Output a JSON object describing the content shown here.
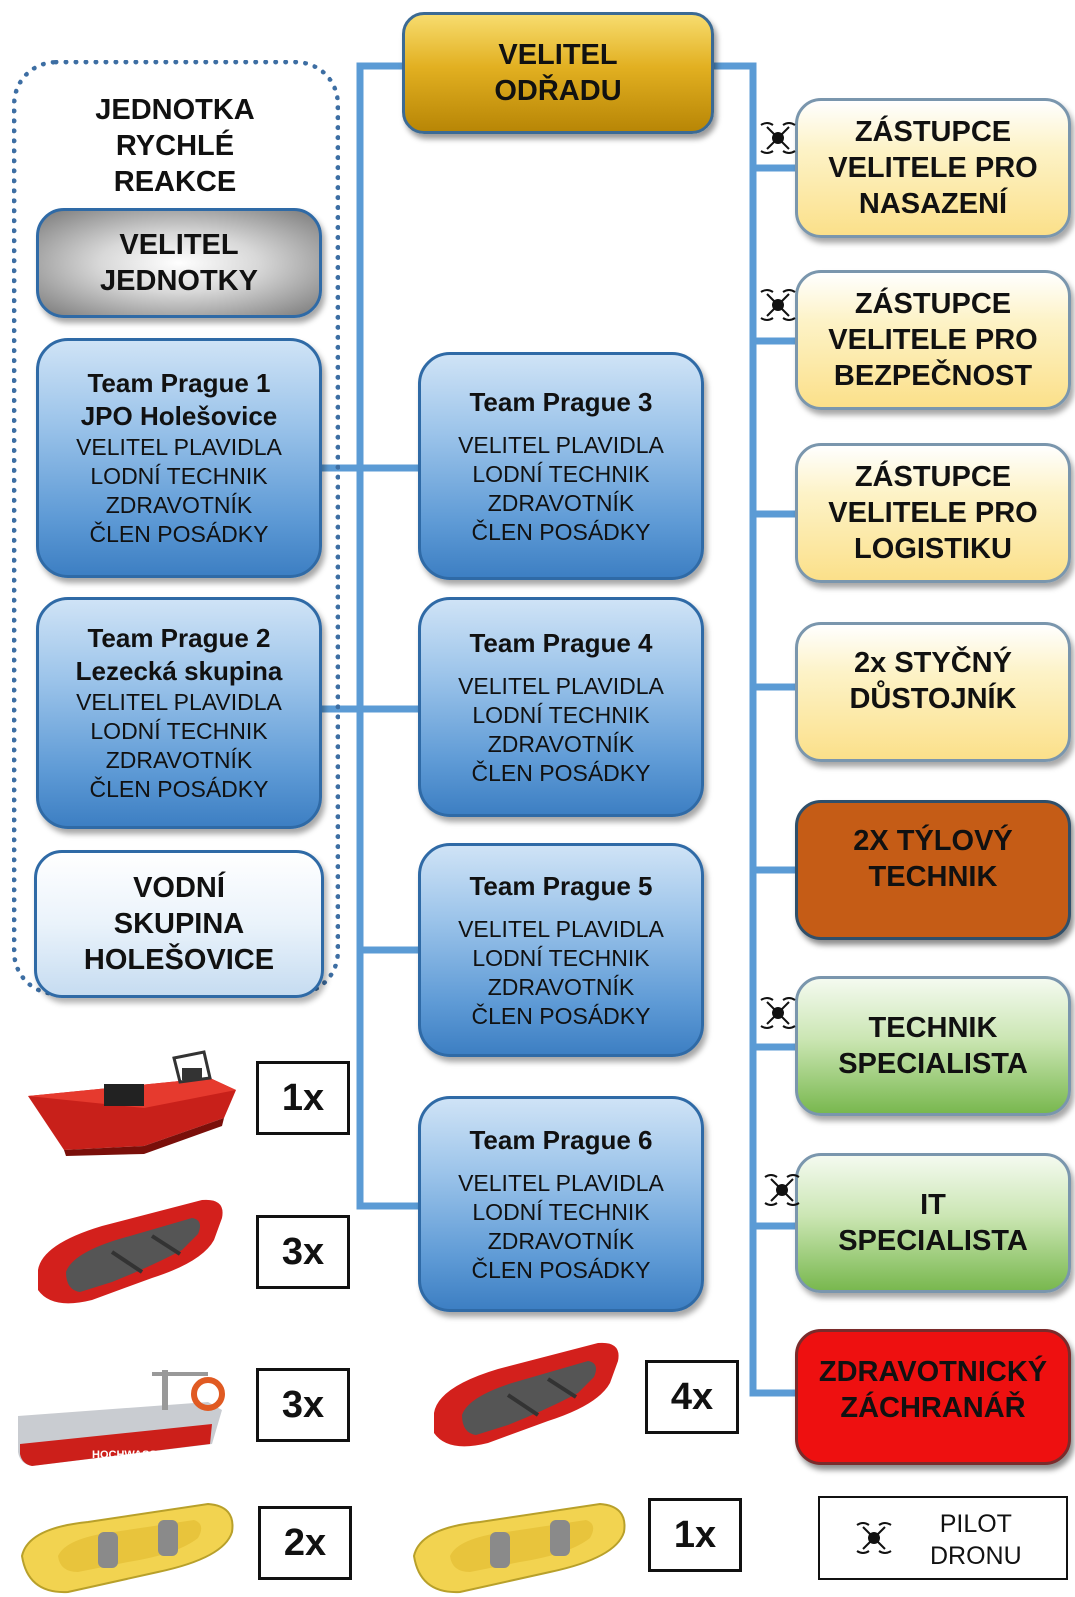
{
  "colors": {
    "connector": "#5b9bd5",
    "blue_box": "#5f9bd6",
    "gold_box": "#e2b021",
    "yellow_box": "#fbe08a",
    "green_box": "#79b84f",
    "brown_box": "#c55c16",
    "red_box": "#ee1010",
    "frame": "#3d6ea3"
  },
  "commander": [
    "VELITEL",
    "ODŘADU"
  ],
  "rapid_unit": {
    "title": [
      "JEDNOTKA",
      "RYCHLÉ",
      "REAKCE"
    ],
    "unit_commander": [
      "VELITEL",
      "JEDNOTKY"
    ],
    "water_group": [
      "VODNÍ",
      "SKUPINA",
      "HOLEŠOVICE"
    ]
  },
  "roles": [
    "VELITEL PLAVIDLA",
    "LODNÍ TECHNIK",
    "ZDRAVOTNÍK",
    "ČLEN POSÁDKY"
  ],
  "teams": {
    "t1": {
      "name": "Team Prague 1",
      "sub": "JPO Holešovice"
    },
    "t2": {
      "name": "Team Prague 2",
      "sub": "Lezecká skupina"
    },
    "t3": {
      "name": "Team Prague 3"
    },
    "t4": {
      "name": "Team Prague 4"
    },
    "t5": {
      "name": "Team Prague 5"
    },
    "t6": {
      "name": "Team Prague 6"
    }
  },
  "staff": {
    "s1": [
      "ZÁSTUPCE",
      "VELITELE PRO",
      "NASAZENÍ"
    ],
    "s2": [
      "ZÁSTUPCE",
      "VELITELE PRO",
      "BEZPEČNOST"
    ],
    "s3": [
      "ZÁSTUPCE",
      "VELITELE PRO",
      "LOGISTIKU"
    ],
    "s4": [
      "2x STYČNÝ",
      "DŮSTOJNÍK"
    ],
    "s5": [
      "2X TÝLOVÝ",
      "TECHNIK"
    ],
    "s6": [
      "TECHNIK",
      "SPECIALISTA"
    ],
    "s7": [
      "IT",
      "SPECIALISTA"
    ],
    "s8": [
      "ZDRAVOTNICKÝ",
      "ZÁCHRANÁŘ"
    ]
  },
  "boats": {
    "left": [
      {
        "type": "motorboat",
        "count": "1x"
      },
      {
        "type": "inflatable-boat",
        "count": "3x"
      },
      {
        "type": "flood-boat",
        "count": "3x",
        "hull_text": "HOCHWASSERBOOT"
      },
      {
        "type": "raft",
        "count": "2x"
      }
    ],
    "right": [
      {
        "type": "inflatable-boat",
        "count": "4x"
      },
      {
        "type": "raft",
        "count": "1x"
      }
    ]
  },
  "legend": {
    "icon": "drone-icon",
    "label": [
      "PILOT",
      "DRONU"
    ]
  }
}
